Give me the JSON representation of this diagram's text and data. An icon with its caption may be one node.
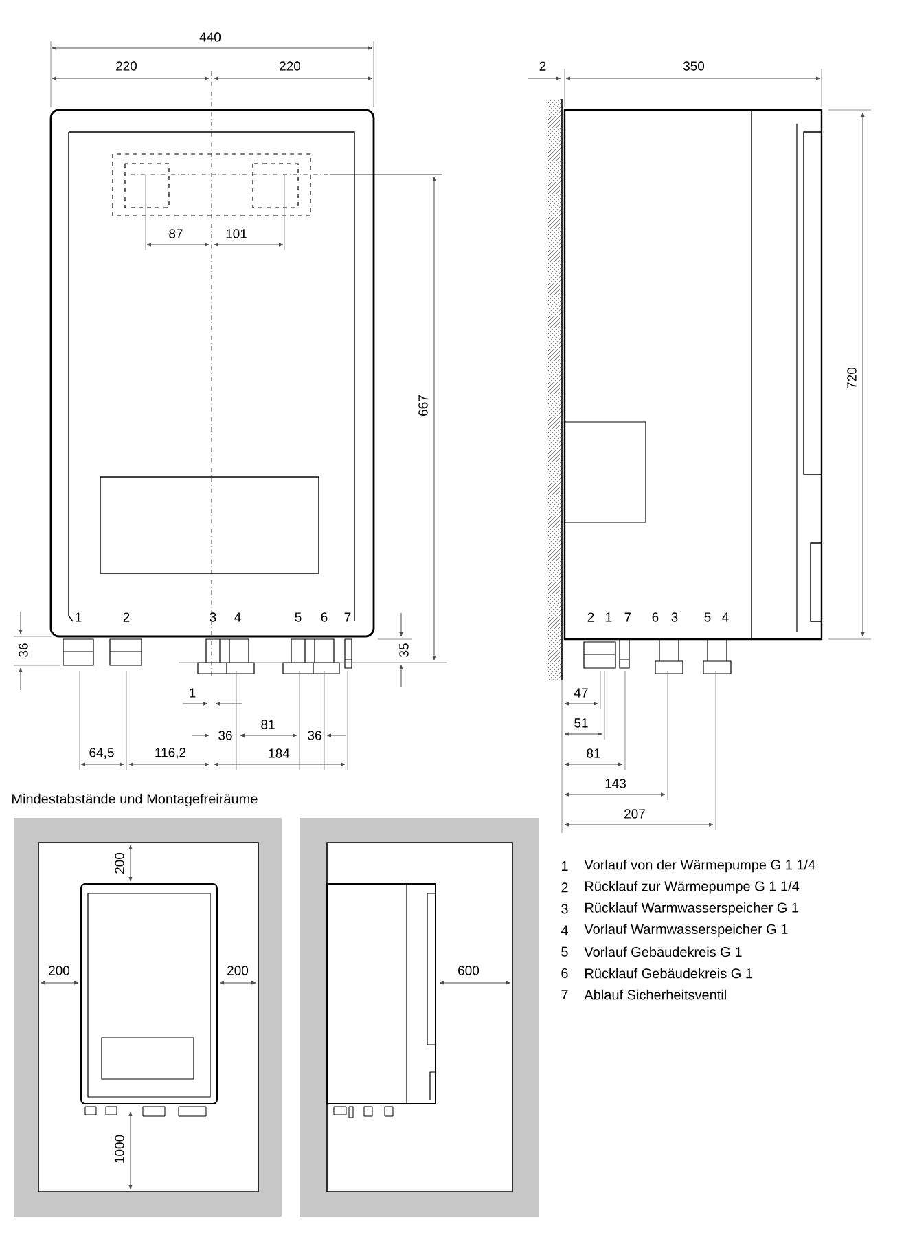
{
  "diagram": {
    "labels": [
      "440",
      "220",
      "220",
      "87",
      "101",
      "2",
      "350",
      "667",
      "720",
      "1",
      "2",
      "3",
      "4",
      "5",
      "6",
      "7",
      "2",
      "1",
      "7",
      "6",
      "3",
      "5",
      "4",
      "36",
      "35",
      "1",
      "36",
      "81",
      "36",
      "64,5",
      "116,2",
      "184",
      "47",
      "51",
      "81",
      "143",
      "207",
      "Mindestabstände und Montagefreiräume",
      "200",
      "200",
      "200",
      "1000",
      "600",
      "1",
      "Vorlauf von der Wärmepumpe G 1 1/4",
      "2",
      "Rücklauf zur Wärmepumpe G 1 1/4",
      "3",
      "Rücklauf Warmwasserspeicher G 1",
      "4",
      "Vorlauf Warmwasserspeicher G 1",
      "5",
      "Vorlauf Gebäudekreis G 1",
      "6",
      "Rücklauf Gebäudekreis G 1",
      "7",
      "Ablauf Sicherheitsventil"
    ]
  }
}
